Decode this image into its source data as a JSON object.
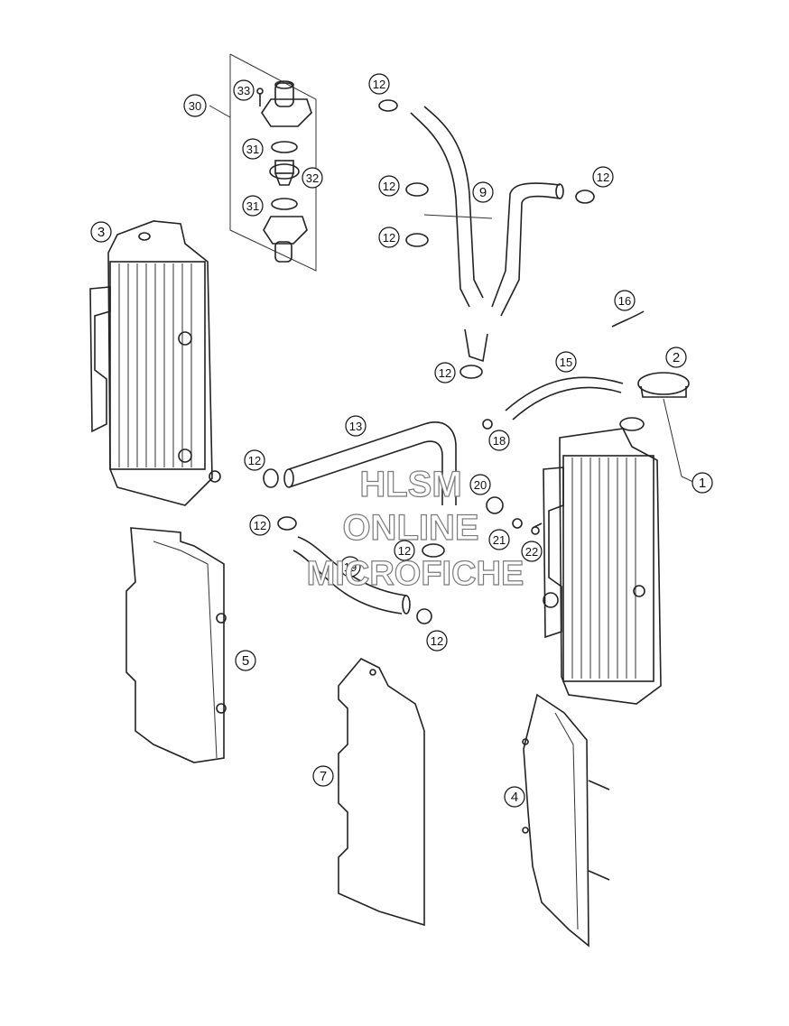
{
  "watermark": {
    "line1": "HLSM",
    "line2": "ONLINE",
    "line3": "MICROFICHE"
  },
  "callouts": {
    "c1": "1",
    "c2": "2",
    "c3": "3",
    "c4": "4",
    "c5": "5",
    "c7": "7",
    "c9": "9",
    "c12a": "12",
    "c12b": "12",
    "c12c": "12",
    "c12d": "12",
    "c12e": "12",
    "c12f": "12",
    "c12g": "12",
    "c12h": "12",
    "c12i": "12",
    "c13": "13",
    "c15": "15",
    "c16": "16",
    "c18": "18",
    "c19": "19",
    "c20": "20",
    "c21": "21",
    "c22": "22",
    "c30": "30",
    "c31a": "31",
    "c31b": "31",
    "c32": "32",
    "c33": "33"
  }
}
